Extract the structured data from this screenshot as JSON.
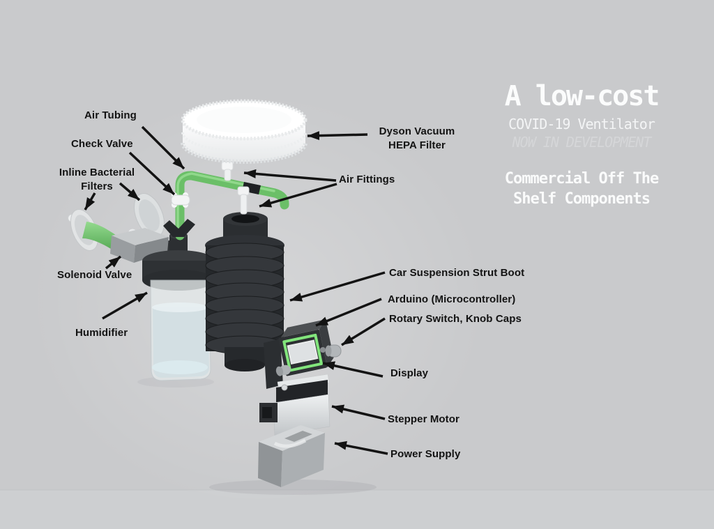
{
  "colors": {
    "background": "#c9cacc",
    "floor": "#cdcfd1",
    "accent_green": "#6ec26b",
    "label_text": "#131313",
    "title_text": "#fbfcfc",
    "status_text": "#d5d6d8"
  },
  "title_block": {
    "headline": "A low-cost",
    "subtitle": "COVID-19 Ventilator",
    "status": "NOW IN DEVELOPMENT",
    "tagline": "Commercial Off The\nShelf Components"
  },
  "labels": [
    {
      "id": "air-tubing",
      "text": "Air Tubing"
    },
    {
      "id": "check-valve",
      "text": "Check Valve"
    },
    {
      "id": "inline-bacterial-filters",
      "text": "Inline Bacterial\nFilters"
    },
    {
      "id": "solenoid-valve",
      "text": "Solenoid Valve"
    },
    {
      "id": "humidifier",
      "text": "Humidifier"
    },
    {
      "id": "dyson-hepa-filter",
      "text": "Dyson Vacuum\nHEPA Filter"
    },
    {
      "id": "air-fittings",
      "text": "Air Fittings"
    },
    {
      "id": "strut-boot",
      "text": "Car Suspension Strut Boot"
    },
    {
      "id": "arduino",
      "text": "Arduino (Microcontroller)"
    },
    {
      "id": "rotary-switch",
      "text": "Rotary Switch, Knob Caps"
    },
    {
      "id": "display",
      "text": "Display"
    },
    {
      "id": "stepper-motor",
      "text": "Stepper Motor"
    },
    {
      "id": "power-supply",
      "text": "Power Supply"
    }
  ]
}
